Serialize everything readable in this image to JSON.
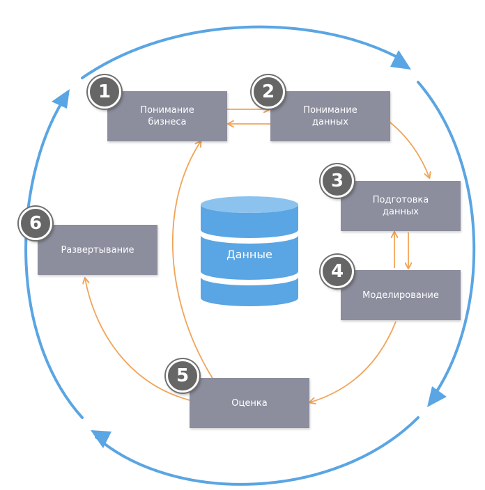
{
  "colors": {
    "cycle_arrow": "#5aa5e3",
    "flow_arrow": "#f0a55a",
    "stage_box": "#8c8e9e",
    "badge": "#666666",
    "database": "#5aa5e3"
  },
  "database": {
    "label": "Данные"
  },
  "stages": [
    {
      "number": "1",
      "label": "Понимание\nбизнеса"
    },
    {
      "number": "2",
      "label": "Понимание\nданных"
    },
    {
      "number": "3",
      "label": "Подготовка\nданных"
    },
    {
      "number": "4",
      "label": "Моделирование"
    },
    {
      "number": "5",
      "label": "Оценка"
    },
    {
      "number": "6",
      "label": "Развертывание"
    }
  ]
}
